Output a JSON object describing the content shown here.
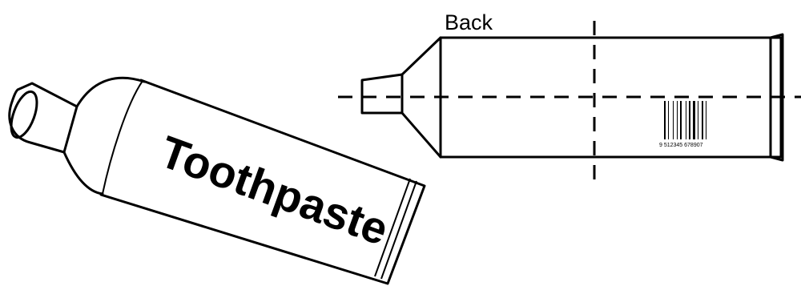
{
  "front_view": {
    "brand_text": "Toothpaste"
  },
  "back_view": {
    "label": "Back",
    "barcode_number": "9 512345 678907"
  },
  "colors": {
    "ink": "#000000",
    "background": "#ffffff"
  }
}
